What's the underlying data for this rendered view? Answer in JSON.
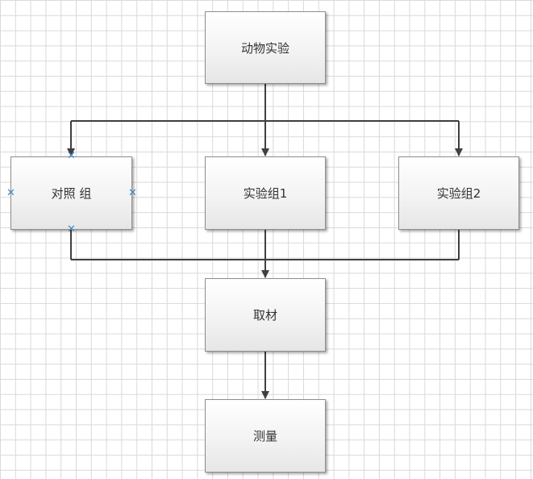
{
  "nodes": {
    "animal_experiment": "动物实验",
    "control_group": "对照 组",
    "experiment_group_1": "实验组1",
    "experiment_group_2": "实验组2",
    "sampling": "取材",
    "measurement": "测量"
  },
  "colors": {
    "connector": "#404040",
    "selection_handle": "#3f88c5",
    "grid": "#d9d9d9"
  }
}
